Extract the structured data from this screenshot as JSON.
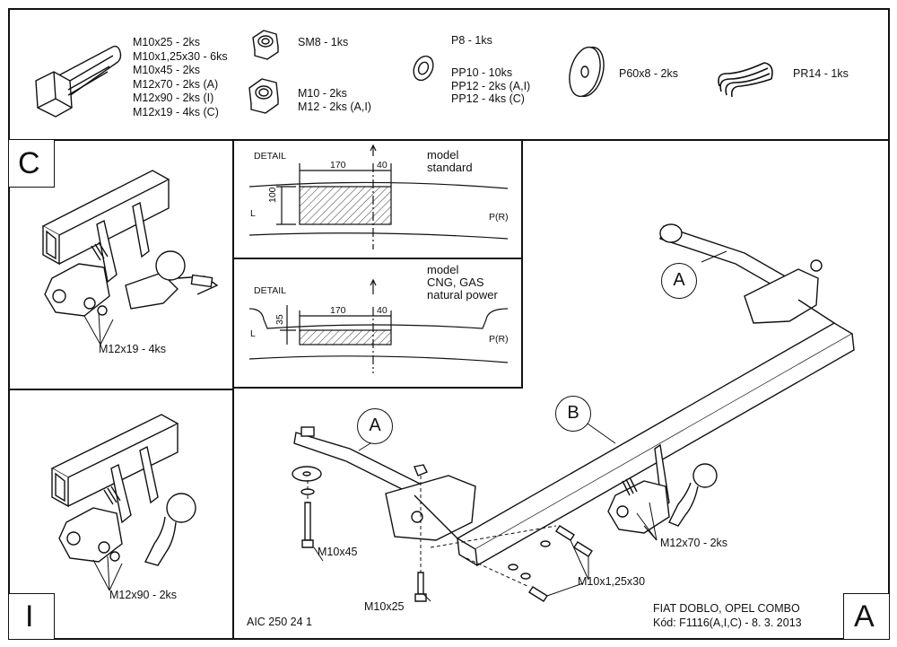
{
  "parts": {
    "bolts": [
      "M10x25 - 2ks",
      "M10x1,25x30 - 6ks",
      "M10x45 - 2ks",
      "M12x70 - 2ks (A)",
      "M12x90 - 2ks (I)",
      "M12x19 - 4ks (C)"
    ],
    "nut_sm8": "SM8 - 1ks",
    "nuts_m": [
      "M10 - 2ks",
      "M12 - 2ks (A,I)"
    ],
    "washer_p8": "P8 - 1ks",
    "washers_pp": [
      "PP10 - 10ks",
      "PP12 - 2ks (A,I)",
      "PP12 - 4ks (C)"
    ],
    "washer_p60": "P60x8 - 2ks",
    "spring": "PR14 - 1ks"
  },
  "panels": {
    "c_letter": "C",
    "i_letter": "I",
    "a_letter": "A",
    "c_bolt_label": "M12x19 - 4ks",
    "i_bolt_label": "M12x90 - 2ks"
  },
  "detail_standard": {
    "detail": "DETAIL",
    "model": [
      "model",
      "standard"
    ],
    "dim_170": "170",
    "dim_40": "40",
    "dim_100": "100",
    "L": "L",
    "PR": "P(R)"
  },
  "detail_cng": {
    "detail": "DETAIL",
    "model": [
      "model",
      "CNG, GAS",
      "natural power"
    ],
    "dim_170": "170",
    "dim_40": "40",
    "dim_35": "35",
    "L": "L",
    "PR": "P(R)"
  },
  "main": {
    "label_a": "A",
    "label_b": "B",
    "bolt_m12x70": "M12x70 - 2ks",
    "bolt_m10x45": "M10x45",
    "bolt_m10x1_25x30": "M10x1,25x30",
    "bolt_m10x25": "M10x25",
    "code": "AIC 250 24 1",
    "vehicle": "FIAT DOBLO, OPEL COMBO",
    "kod": "Kód: F1116(A,I,C) - 8. 3. 2013"
  }
}
